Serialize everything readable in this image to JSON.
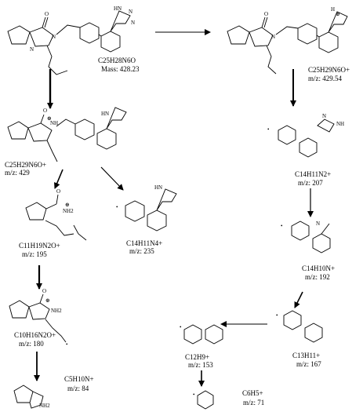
{
  "compounds": [
    {
      "id": "parent",
      "formula": "C25H28N6O",
      "value": "Mass: 428.23"
    },
    {
      "id": "protonated",
      "formula": "C25H29N6O+",
      "value": "m/z: 429.54"
    },
    {
      "id": "left_429",
      "formula": "C25H29N6O+",
      "value": "m/z: 429"
    },
    {
      "id": "frag_207",
      "formula": "C14H11N2+",
      "value": "m/z: 207"
    },
    {
      "id": "frag_195",
      "formula": "C11H19N2O+",
      "value": "m/z: 195"
    },
    {
      "id": "frag_235",
      "formula": "C14H11N4+",
      "value": "m/z: 235"
    },
    {
      "id": "frag_192",
      "formula": "C14H10N+",
      "value": "m/z: 192"
    },
    {
      "id": "frag_180",
      "formula": "C10H16N2O+",
      "value": "m/z: 180"
    },
    {
      "id": "frag_167",
      "formula": "C13H11+",
      "value": "m/z: 167"
    },
    {
      "id": "frag_153",
      "formula": "C12H9+",
      "value": "m/z: 153"
    },
    {
      "id": "frag_84",
      "formula": "C5H10N+",
      "value": "m/z: 84"
    },
    {
      "id": "frag_71",
      "formula": "C6H5+",
      "value": "m/z: 71"
    }
  ],
  "atoms": {
    "O": "O",
    "N": "N",
    "NH": "NH",
    "HN": "HN",
    "H": "H",
    "NH2": "NH2",
    "plus": "⊕",
    "dot": "•"
  }
}
